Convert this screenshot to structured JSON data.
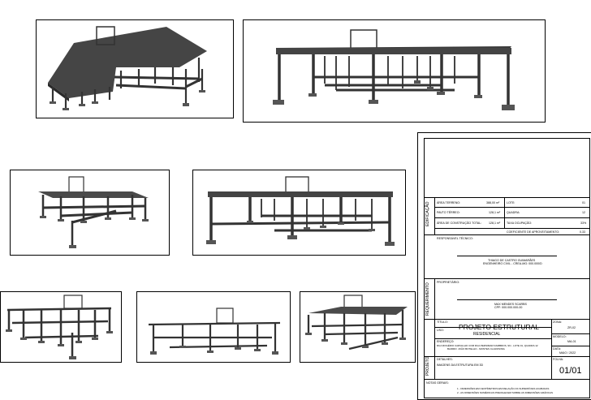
{
  "sheet": {
    "side_labels": {
      "edificacao": "EDIFICAÇÃO",
      "requerimento": "REQUERIMENTO",
      "projeto": "PROJETO"
    },
    "areas": {
      "area_terreno_label": "ÁREA TERRENO:",
      "area_terreno_value": "388,00 m²",
      "pavto_terreo_label": "PAVTO TÉRREO:",
      "pavto_terreo_value": "128,1 m²",
      "area_construcao_label": "ÁREA DE CONSTRUÇÃO TOTAL:",
      "area_construcao_value": "128,1 m²",
      "lote_label": "LOTE:",
      "lote_value": "01",
      "quadra_label": "QUADRA:",
      "quadra_value": "12",
      "taxa_label": "TAXA OCUPAÇÃO:",
      "taxa_value": "33%",
      "coef_label": "COEFICIENTE DE APROVEITAMENTO:",
      "coef_value": "0,33"
    },
    "responsavel": {
      "label": "RESPONSÁVEL TÉCNICO:",
      "name": "THIAGO DE CASTRO GUIMARÃES",
      "detail": "ENGENHEIRO CIVIL - CREA-MG: 000.000/D"
    },
    "proprietario": {
      "label": "PROPRIETÁRIO:",
      "name": "MAX MENDES SCARBS",
      "cpf": "CPF: 000.000.000-00"
    },
    "titulo_label": "TÍTULO:",
    "titulo": "PROJETO ESTRUTURAL",
    "zona_label": "ZONA:",
    "zona_value": "ZR-02",
    "uso_label": "USO:",
    "uso": "RESIDENCIAL",
    "modelo_label": "MODELO:",
    "modelo_value": "MA-01",
    "endereco_label": "ENDEREÇO:",
    "endereco_line1": "RUA ROGÉRIO CARVALHO COM RUA PERSIMAR DAMBROS, SN - LOTE 01, QUADRA 12",
    "endereco_line2": "BAIRRO: JOÃO BOTELHO - MONTES CLAROS/MG",
    "data_label": "DATA:",
    "data_value": "MAIO / 2022",
    "detalhes_label": "DETALHES:",
    "detalhes_value": "IMAGENS DA ESTRUTURA EM 3D",
    "folha_label": "FOLHA:",
    "folha_value": "01/01",
    "notas_label": "NOTAS GERAIS:",
    "nota1": "1 - DIMENSÕES EM CENTÍMETROS EM RELAÇÃO AS SUPERFÍCIES ACABADAS",
    "nota2": "2 - AS DIMENSÕES NUMÉRICAS PREVALECEM SOBRE AS DIMENSÕES GRÁFICAS"
  }
}
